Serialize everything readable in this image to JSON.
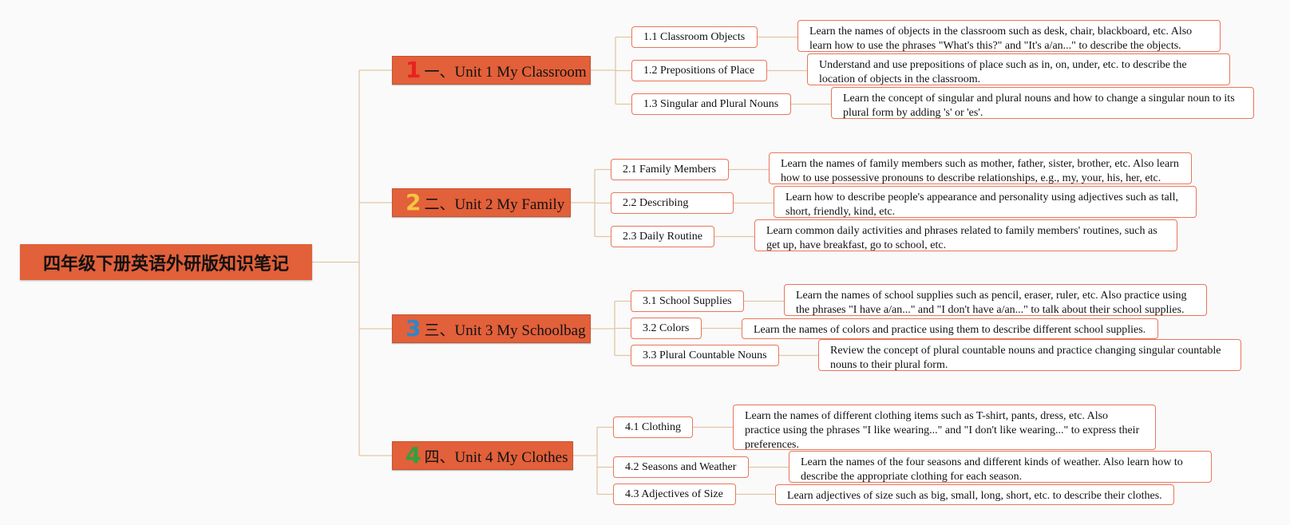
{
  "root": {
    "title": "四年级下册英语外研版知识笔记"
  },
  "colors": {
    "branch_fill": "#e2603a",
    "border": "#e8775a",
    "line": "#e2c6a4",
    "badge_1": "#e8221f",
    "badge_2": "#f6c443",
    "badge_3": "#2e86c8",
    "badge_4": "#2fa13e"
  },
  "units": [
    {
      "number": "1",
      "title": "一、Unit 1 My Classroom",
      "topics": [
        {
          "label": "1.1 Classroom Objects",
          "desc": "Learn the names of objects in the classroom such as desk, chair, blackboard, etc. Also learn how to use the phrases \"What's this?\" and \"It's a/an...\" to describe the objects."
        },
        {
          "label": "1.2 Prepositions of Place",
          "desc": "Understand and use prepositions of place such as in, on, under, etc. to describe the location of objects in the classroom."
        },
        {
          "label": "1.3 Singular and Plural Nouns",
          "desc": "Learn the concept of singular and plural nouns and how to change a singular noun to its plural form by adding 's' or 'es'."
        }
      ]
    },
    {
      "number": "2",
      "title": "二、Unit 2 My Family",
      "topics": [
        {
          "label": "2.1 Family Members",
          "desc": "Learn the names of family members such as mother, father, sister, brother, etc. Also learn how to use possessive pronouns to describe relationships, e.g., my, your, his, her, etc."
        },
        {
          "label": "2.2 Describing",
          "desc": "Learn how to describe people's appearance and personality using adjectives such as tall, short, friendly, kind, etc."
        },
        {
          "label": "2.3 Daily Routine",
          "desc": "Learn common daily activities and phrases related to family members' routines, such as get up, have breakfast, go to school, etc."
        }
      ]
    },
    {
      "number": "3",
      "title": "三、Unit 3 My Schoolbag",
      "topics": [
        {
          "label": "3.1 School Supplies",
          "desc": "Learn the names of school supplies such as pencil, eraser, ruler, etc. Also practice using the phrases \"I have a/an...\" and \"I don't have a/an...\" to talk about their school supplies."
        },
        {
          "label": "3.2 Colors",
          "desc": "Learn the names of colors and practice using them to describe different school supplies."
        },
        {
          "label": "3.3 Plural Countable Nouns",
          "desc": "Review the concept of plural countable nouns and practice changing singular countable nouns to their plural form."
        }
      ]
    },
    {
      "number": "4",
      "title": "四、Unit 4 My Clothes",
      "topics": [
        {
          "label": "4.1 Clothing",
          "desc": "Learn the names of different clothing items such as T-shirt, pants, dress, etc. Also practice using the phrases \"I like wearing...\" and \"I don't like wearing...\" to express their preferences."
        },
        {
          "label": "4.2 Seasons and Weather",
          "desc": "Learn the names of the four seasons and different kinds of weather. Also learn how to describe the appropriate clothing for each season."
        },
        {
          "label": "4.3 Adjectives of Size",
          "desc": "Learn adjectives of size such as big, small, long, short, etc. to describe their clothes."
        }
      ]
    }
  ]
}
